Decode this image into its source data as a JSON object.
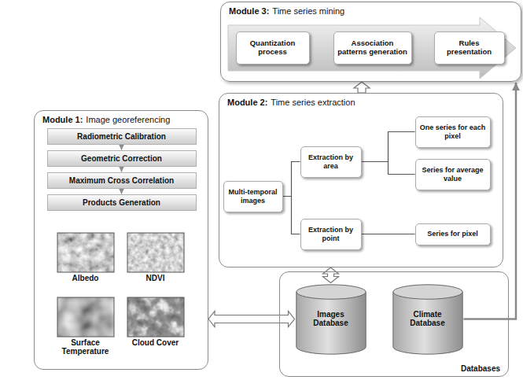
{
  "diagram": {
    "nodes": [
      {
        "text": [
          "Module 3:",
          "Time series mining"
        ]
      },
      {
        "text": [
          "Quantization process"
        ],
        "in": 0
      },
      {
        "text": [
          "Association patterns generation"
        ],
        "in": 0
      },
      {
        "text": [
          "Rules presentation"
        ],
        "in": 0
      },
      {
        "text": [
          "Module 1:",
          "Image georeferencing"
        ]
      },
      {
        "text": [
          "Radiometric Calibration"
        ],
        "in": 4
      },
      {
        "text": [
          "Geometric Correction"
        ],
        "in": 4
      },
      {
        "text": [
          "Maximum Cross Correlation"
        ],
        "in": 4
      },
      {
        "text": [
          "Products Generation"
        ],
        "in": 4
      },
      {
        "text": [
          "Albedo"
        ],
        "in": 4
      },
      {
        "text": [
          "NDVI"
        ],
        "in": 4
      },
      {
        "text": [
          "Surface Temperature"
        ],
        "in": 4
      },
      {
        "text": [
          "Cloud Cover"
        ],
        "in": 4
      },
      {
        "text": [
          "Module 2:",
          "Time series extraction"
        ]
      },
      {
        "text": [
          "Multi-temporal images"
        ],
        "in": 13
      },
      {
        "text": [
          "Extraction by area"
        ],
        "in": 13
      },
      {
        "text": [
          "One series for each pixel"
        ],
        "in": 13
      },
      {
        "text": [
          "Series for average value"
        ],
        "in": 13
      },
      {
        "text": [
          "Extraction by point"
        ],
        "in": 13
      },
      {
        "text": [
          "Series for pixel"
        ],
        "in": 13
      },
      {
        "text": [
          "Databases"
        ]
      },
      {
        "text": [
          "Images Database"
        ],
        "in": 20
      },
      {
        "text": [
          "Climate Database"
        ],
        "in": 20
      }
    ],
    "edges": [
      {
        "from": 5,
        "to": 6,
        "arrow": "to"
      },
      {
        "from": 6,
        "to": 7,
        "arrow": "to"
      },
      {
        "from": 7,
        "to": 8,
        "arrow": "to"
      },
      {
        "from": 14,
        "to": 15,
        "arrow": "none"
      },
      {
        "from": 14,
        "to": 18,
        "arrow": "none"
      },
      {
        "from": 15,
        "to": 16,
        "arrow": "none"
      },
      {
        "from": 15,
        "to": 17,
        "arrow": "none"
      },
      {
        "from": 18,
        "to": 19,
        "arrow": "none"
      },
      {
        "from": 4,
        "to": 21,
        "arrow": "both"
      },
      {
        "from": 13,
        "to": 21,
        "arrow": "both"
      },
      {
        "from": 13,
        "to": 0,
        "arrow": "to"
      },
      {
        "from": 22,
        "to": 0,
        "arrow": "to"
      }
    ]
  }
}
